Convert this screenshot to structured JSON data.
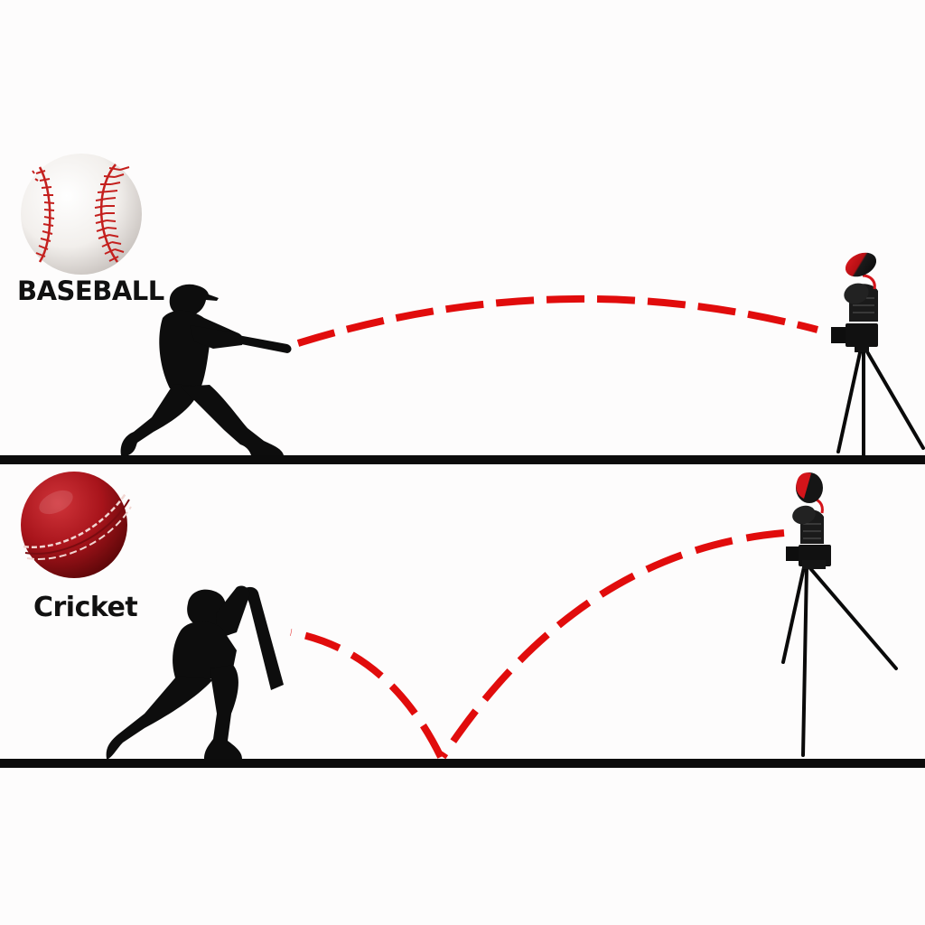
{
  "panels": [
    {
      "id": "baseball",
      "label": "BASEBALL",
      "ball": "baseball-icon",
      "player": "baseball-batter-silhouette",
      "machine": "pitching-machine-on-tripod",
      "trajectory": {
        "type": "arc",
        "description": "Ball travels in a high arc from machine to bat without bouncing",
        "style": "red dashed line",
        "start": [
          920,
          370
        ],
        "end": [
          325,
          380
        ],
        "peak": [
          620,
          335
        ],
        "bounce": null
      }
    },
    {
      "id": "cricket",
      "label": "Cricket",
      "ball": "cricket-ball-icon",
      "player": "cricket-batsman-silhouette",
      "machine": "bowling-machine-on-tripod",
      "trajectory": {
        "type": "bounce",
        "description": "Ball travels from machine, bounces on ground, then rises to bat",
        "style": "red dashed line",
        "start": [
          865,
          592
        ],
        "bounce": [
          488,
          840
        ],
        "end": [
          322,
          700
        ]
      }
    }
  ],
  "colors": {
    "background": "#fdfcfc",
    "trajectory": "#e10c0c",
    "ground": "#0c0c0c",
    "silhouette": "#0d0d0d",
    "baseball_leather": "#f4f1ee",
    "baseball_stitch": "#c4201e",
    "cricket_ball": "#a8141b",
    "cricket_seam": "#f1d6d2",
    "machine_accent": "#d4141a"
  }
}
